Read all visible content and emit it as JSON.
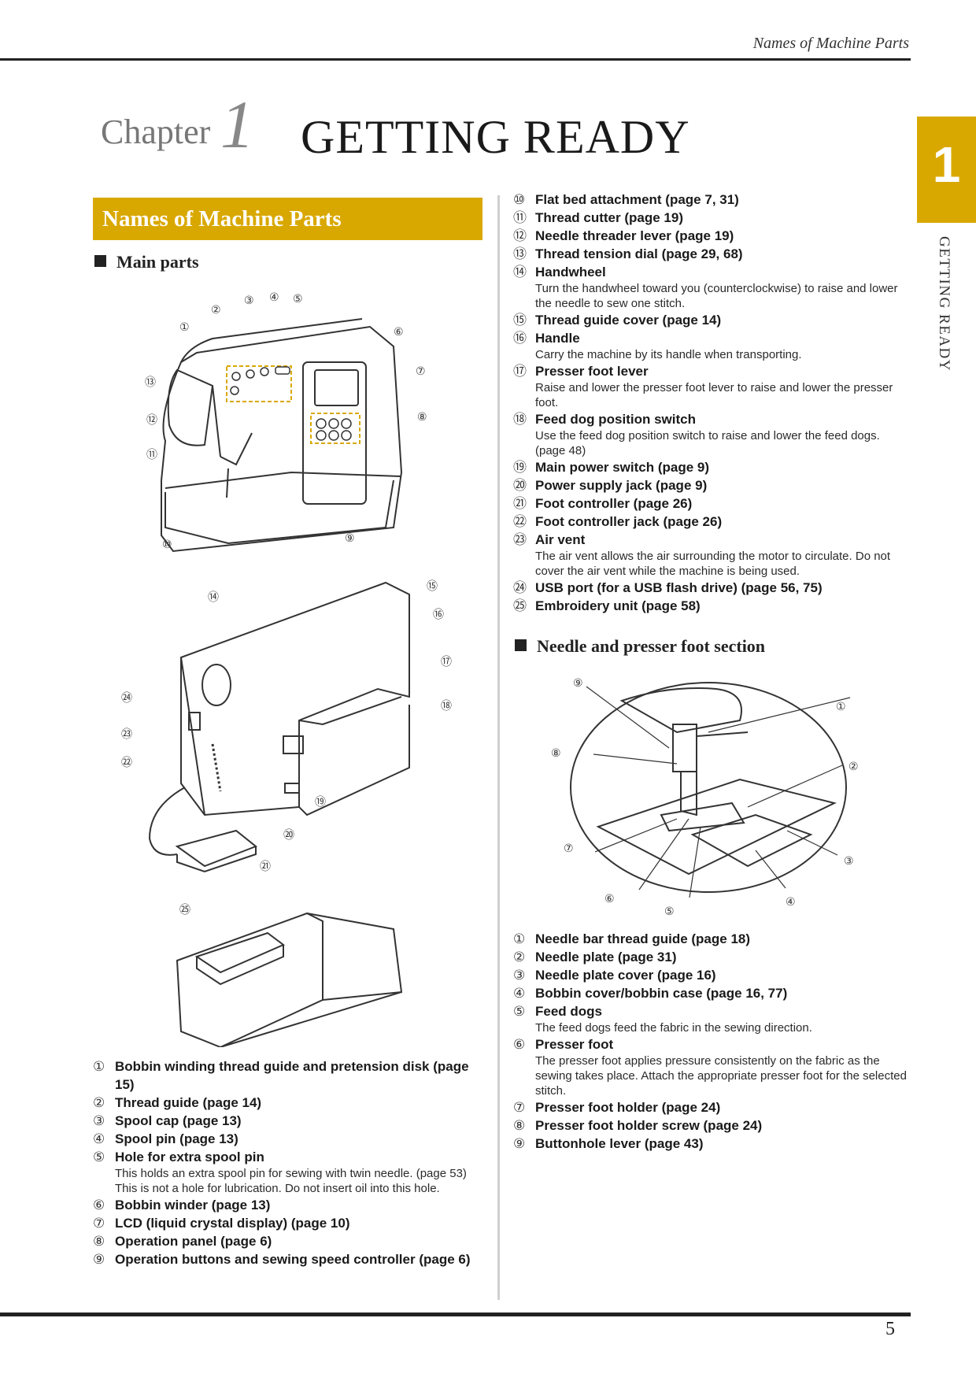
{
  "header": {
    "running_title": "Names of Machine Parts",
    "page_number": "5"
  },
  "chapter": {
    "label": "Chapter",
    "number": "1",
    "title": "GETTING READY"
  },
  "tab": {
    "number": "1",
    "label": "GETTING READY"
  },
  "section": {
    "title": "Names of Machine Parts"
  },
  "main_parts": {
    "heading": "Main parts",
    "callouts_a": [
      "①",
      "②",
      "③",
      "④",
      "⑤",
      "⑥",
      "⑦",
      "⑧",
      "⑨",
      "⑩",
      "⑪",
      "⑫",
      "⑬"
    ],
    "callouts_b": [
      "⑭",
      "⑮",
      "⑯",
      "⑰",
      "⑱",
      "⑲",
      "⑳",
      "㉑",
      "㉒",
      "㉓",
      "㉔"
    ],
    "callouts_c": [
      "㉕"
    ],
    "items": [
      {
        "num": "①",
        "title": "Bobbin winding thread guide and pretension disk (page 15)",
        "desc": ""
      },
      {
        "num": "②",
        "title": "Thread guide (page 14)",
        "desc": ""
      },
      {
        "num": "③",
        "title": "Spool cap (page 13)",
        "desc": ""
      },
      {
        "num": "④",
        "title": "Spool pin (page 13)",
        "desc": ""
      },
      {
        "num": "⑤",
        "title": "Hole for extra spool pin",
        "desc": "This holds an extra spool pin for sewing with twin needle. (page 53) This is not a hole for lubrication. Do not insert oil into this hole."
      },
      {
        "num": "⑥",
        "title": "Bobbin winder (page 13)",
        "desc": ""
      },
      {
        "num": "⑦",
        "title": "LCD (liquid crystal display) (page 10)",
        "desc": ""
      },
      {
        "num": "⑧",
        "title": "Operation panel (page 6)",
        "desc": ""
      },
      {
        "num": "⑨",
        "title": "Operation buttons and sewing speed controller (page 6)",
        "desc": ""
      },
      {
        "num": "⑩",
        "title": "Flat bed attachment (page 7, 31)",
        "desc": ""
      },
      {
        "num": "⑪",
        "title": "Thread cutter (page 19)",
        "desc": ""
      },
      {
        "num": "⑫",
        "title": "Needle threader lever (page 19)",
        "desc": ""
      },
      {
        "num": "⑬",
        "title": "Thread tension dial (page 29, 68)",
        "desc": ""
      },
      {
        "num": "⑭",
        "title": "Handwheel",
        "desc": "Turn the handwheel toward you (counterclockwise) to raise and lower the needle to sew one stitch."
      },
      {
        "num": "⑮",
        "title": "Thread guide cover (page 14)",
        "desc": ""
      },
      {
        "num": "⑯",
        "title": "Handle",
        "desc": "Carry the machine by its handle when transporting."
      },
      {
        "num": "⑰",
        "title": "Presser foot lever",
        "desc": "Raise and lower the presser foot lever to raise and lower the presser foot."
      },
      {
        "num": "⑱",
        "title": "Feed dog position switch",
        "desc": "Use the feed dog position switch to raise and lower the feed dogs. (page 48)"
      },
      {
        "num": "⑲",
        "title": "Main power switch (page 9)",
        "desc": ""
      },
      {
        "num": "⑳",
        "title": "Power supply jack (page 9)",
        "desc": ""
      },
      {
        "num": "㉑",
        "title": "Foot controller (page 26)",
        "desc": ""
      },
      {
        "num": "㉒",
        "title": "Foot controller jack (page 26)",
        "desc": ""
      },
      {
        "num": "㉓",
        "title": "Air vent",
        "desc": "The air vent allows the air surrounding the motor to circulate. Do not cover the air vent while the machine is being used."
      },
      {
        "num": "㉔",
        "title": "USB port (for a USB flash drive) (page 56, 75)",
        "desc": ""
      },
      {
        "num": "㉕",
        "title": "Embroidery unit (page 58)",
        "desc": ""
      }
    ]
  },
  "needle_section": {
    "heading": "Needle and presser foot section",
    "callouts": [
      "①",
      "②",
      "③",
      "④",
      "⑤",
      "⑥",
      "⑦",
      "⑧",
      "⑨"
    ],
    "items": [
      {
        "num": "①",
        "title": "Needle bar thread guide (page 18)",
        "desc": ""
      },
      {
        "num": "②",
        "title": "Needle plate (page 31)",
        "desc": ""
      },
      {
        "num": "③",
        "title": "Needle plate cover (page 16)",
        "desc": ""
      },
      {
        "num": "④",
        "title": "Bobbin cover/bobbin case (page 16, 77)",
        "desc": ""
      },
      {
        "num": "⑤",
        "title": "Feed dogs",
        "desc": "The feed dogs feed the fabric in the sewing direction."
      },
      {
        "num": "⑥",
        "title": "Presser foot",
        "desc": "The presser foot applies pressure consistently on the fabric as the sewing takes place. Attach the appropriate presser foot for the selected stitch."
      },
      {
        "num": "⑦",
        "title": "Presser foot holder (page 24)",
        "desc": ""
      },
      {
        "num": "⑧",
        "title": "Presser foot holder screw (page 24)",
        "desc": ""
      },
      {
        "num": "⑨",
        "title": "Buttonhole lever (page 43)",
        "desc": ""
      }
    ]
  }
}
